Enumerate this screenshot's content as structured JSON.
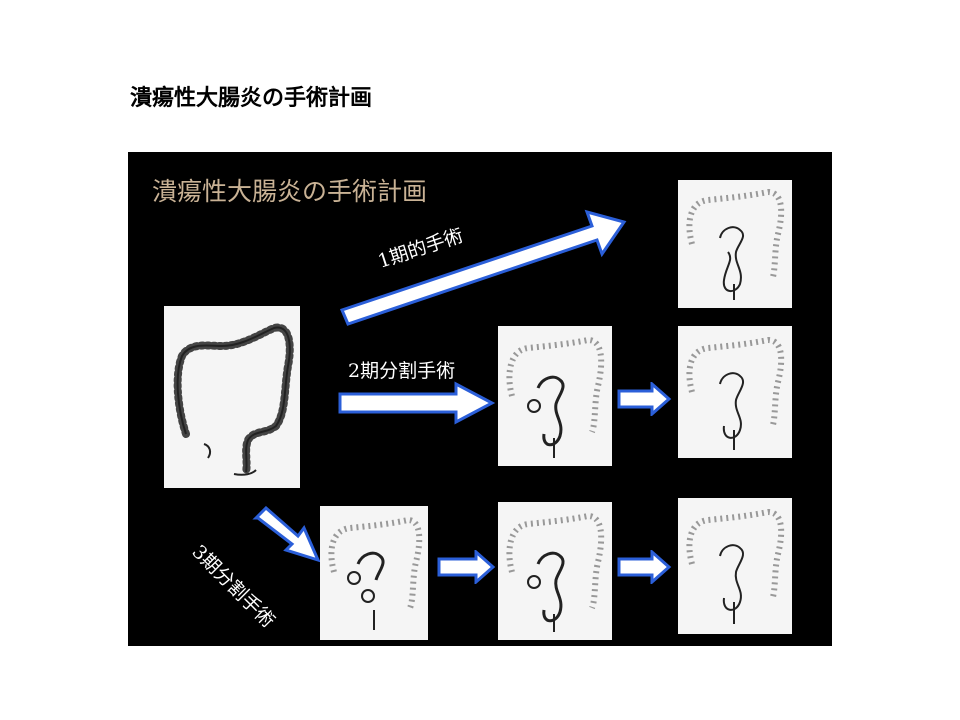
{
  "slide_title": "潰瘍性大腸炎の手術計画",
  "panel": {
    "title": "潰瘍性大腸炎の手術計画",
    "labels": {
      "one_stage": "1期的手術",
      "two_stage": "2期分割手術",
      "three_stage": "3期分割手術"
    }
  },
  "colors": {
    "panel_bg": "#000000",
    "panel_title": "#c9b295",
    "arrow_fill": "#ffffff",
    "arrow_stroke": "#2b5fd9"
  }
}
